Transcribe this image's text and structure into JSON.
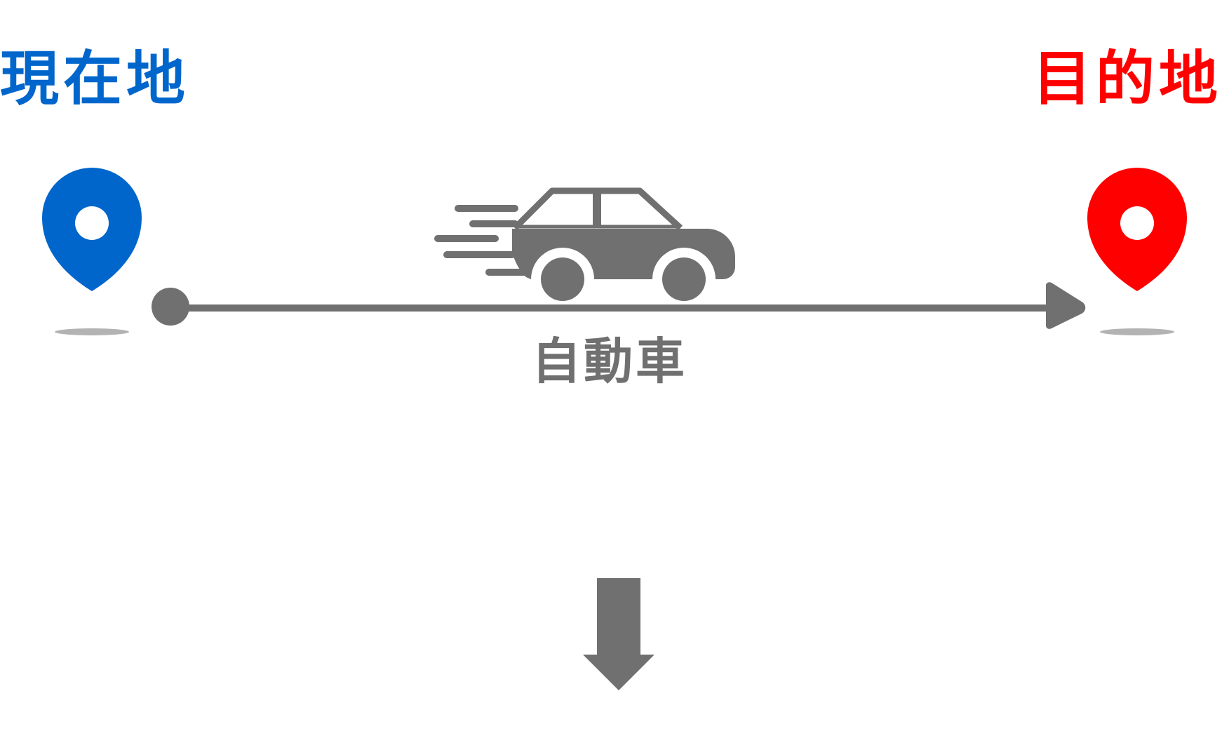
{
  "origin": {
    "label": "現在地",
    "color": "#0066CC",
    "icon": "location-pin-icon"
  },
  "destination": {
    "label": "目的地",
    "color": "#FF0000",
    "icon": "location-pin-icon"
  },
  "route": {
    "mode_label": "自動車",
    "mode_icon": "moving-car-icon",
    "arrow_icon": "route-arrow-icon",
    "color": "#707070"
  },
  "next_step": {
    "icon": "down-arrow-icon",
    "color": "#707070"
  }
}
